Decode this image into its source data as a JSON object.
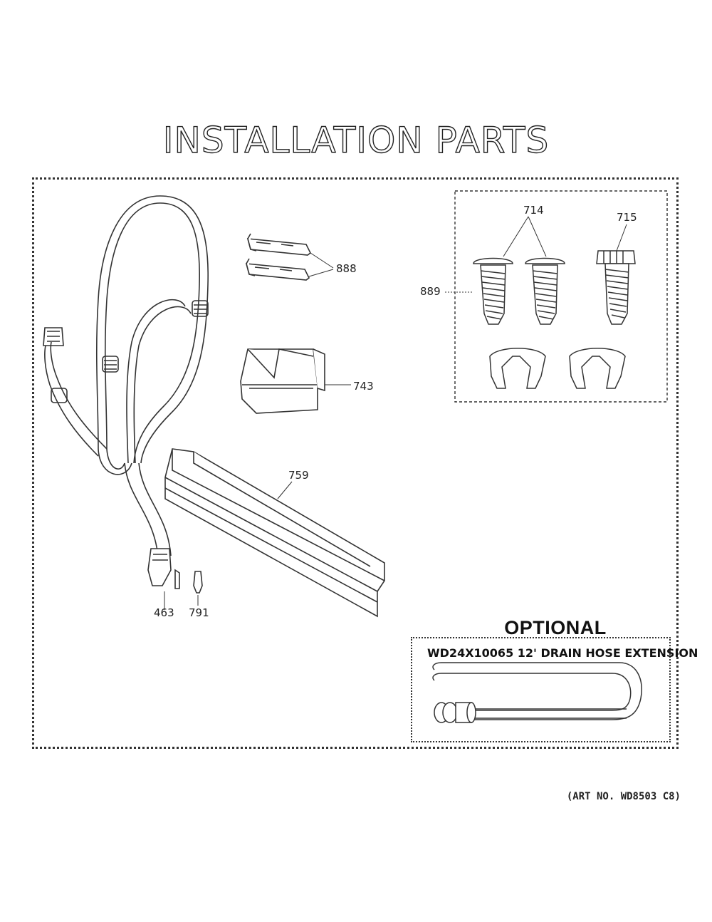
{
  "title": "INSTALLATION PARTS",
  "callouts": {
    "p714": "714",
    "p715": "715",
    "p888": "888",
    "p889": "889",
    "p743": "743",
    "p759": "759",
    "p463": "463",
    "p791": "791"
  },
  "optional": {
    "heading": "OPTIONAL",
    "label": "WD24X10065 12' DRAIN HOSE EXTENSION"
  },
  "art_number": "(ART NO. WD8503 C8)",
  "icons": [
    "drain-hose-icon",
    "bracket-icon",
    "screw-icon",
    "clip-icon",
    "channel-icon",
    "elbow-icon",
    "plug-icon"
  ]
}
